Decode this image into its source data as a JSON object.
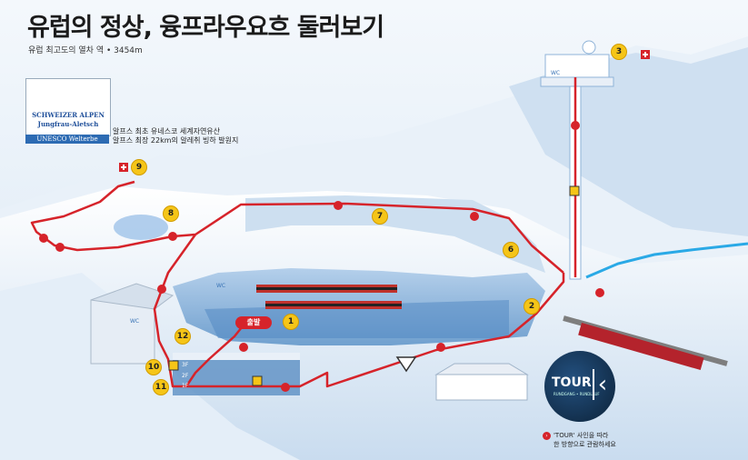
{
  "header": {
    "title": "유럽의 정상, 융프라우요흐 둘러보기",
    "subtitle": "유럽 최고도의 열차 역 • 3454m"
  },
  "logo": {
    "line1": "SCHWEIZER ALPEN",
    "line2": "Jungfrau-Aletsch",
    "unesco": "UNESCO Welterbe"
  },
  "facts": [
    "알프스 최초 유네스코 세계자연유산",
    "알프스 최장 22km의 알레취 빙하 발원지"
  ],
  "map": {
    "start_label": "출발",
    "stops": [
      "1",
      "2",
      "3",
      "6",
      "7",
      "8",
      "9",
      "10",
      "11",
      "12"
    ],
    "floors": [
      "3F",
      "2F",
      "1F"
    ],
    "wc_label": "WC",
    "tour_sign": "TOUR",
    "tour_sign_sub": "RUNDGANG • RUNDLAUF"
  },
  "legend": {
    "line1": "'TOUR' 사인을 따라",
    "line2": "한 방향으로 관람하세요"
  },
  "colors": {
    "route": "#d6232a",
    "badge": "#f5c518",
    "glacier_light": "#eaf2fb",
    "ice_blue": "#b9d4ee",
    "dark_blue": "#2d6bb3"
  }
}
